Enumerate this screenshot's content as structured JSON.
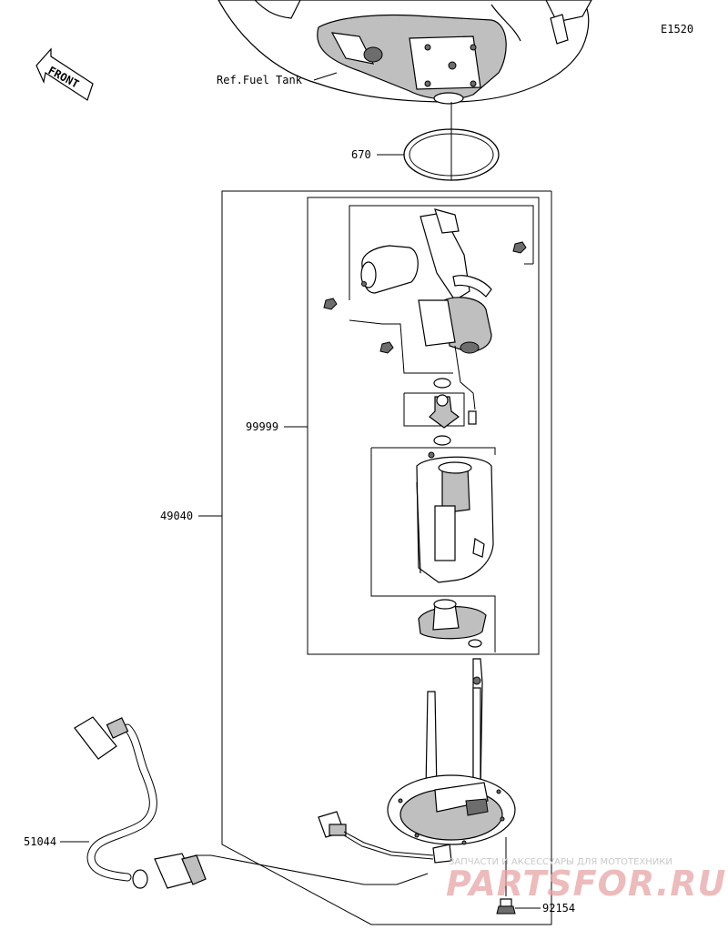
{
  "diagram_code": "E1520",
  "front_label": "FRONT",
  "labels": {
    "ref_fuel_tank": "Ref.Fuel Tank",
    "part_670": "670",
    "part_99999": "99999",
    "part_49040": "49040",
    "part_51044": "51044",
    "part_92154": "92154"
  },
  "watermark": {
    "tagline": "ЗАПЧАСТИ И АКСЕССУАРЫ ДЛЯ МОТОТЕХНИКИ",
    "brand": "PARTSFOR.RU"
  },
  "colors": {
    "line": "#000000",
    "part_fill": "#bfbfbf",
    "watermark_brand": "#e8a5a5",
    "watermark_tagline": "#c9c9c9"
  }
}
